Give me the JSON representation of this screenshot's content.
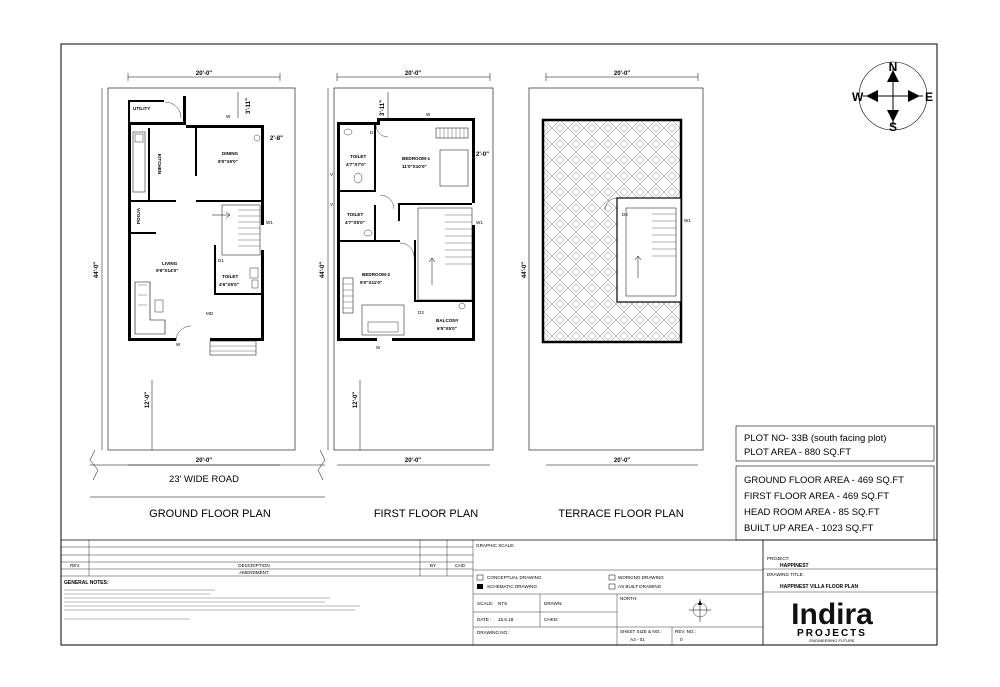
{
  "plans": {
    "ground": "GROUND FLOOR PLAN",
    "first": "FIRST FLOOR PLAN",
    "terrace": "TERRACE FLOOR PLAN"
  },
  "road_label": "23' WIDE ROAD",
  "dims": {
    "width": "20'-0\"",
    "depth": "44'-0\"",
    "setback": "12'-0\"",
    "offset_a": "3'-11\"",
    "offset_b": "2'-8\"",
    "offset_c": "2'-0\""
  },
  "compass": {
    "n": "N",
    "e": "E",
    "s": "S",
    "w": "W"
  },
  "rooms": {
    "utility": "UTILITY",
    "kitchen": "KITCHEN",
    "dining": "DINING",
    "dining_size": "9'0\"X9'0\"",
    "living": "LIVING",
    "living_size": "9'6\"X14'0\"",
    "toilet_g": "TOILET",
    "toilet_g_size": "4'6\"X5'0\"",
    "pooja": "POOJA",
    "toilet1": "TOILET",
    "toilet1_size": "4'7\"X7'0\"",
    "bedroom1": "BEDROOM-1",
    "bedroom1_size": "11'0\"X10'0\"",
    "toilet2": "TOILET",
    "toilet2_size": "4'7\"X5'0\"",
    "bedroom2": "BEDROOM-2",
    "bedroom2_size": "9'0\"X11'0\"",
    "balcony": "BALCONY",
    "balcony_size": "6'5\"X5'0\""
  },
  "marks": {
    "w": "W",
    "w1": "W1",
    "d1": "D1",
    "d2": "D2",
    "md": "MD",
    "v": "V"
  },
  "info": {
    "plot_no": "PLOT NO- 33B (south facing plot)",
    "plot_area": "PLOT AREA - 880 SQ.FT",
    "ground_area": "GROUND FLOOR AREA - 469 SQ.FT",
    "first_area": "FIRST FLOOR AREA - 469 SQ.FT",
    "head_room_area": "HEAD ROOM AREA - 85 SQ.FT",
    "built_up_area": "BUILT UP AREA - 1023 SQ.FT"
  },
  "titleblock": {
    "rev": "REV.",
    "description": "DESCRIPTION",
    "by": "BY",
    "chd": "CHD.",
    "amendment": "AMENDMENT",
    "general_notes": "GENERAL NOTES:",
    "graphic_scale": "GRAPHIC SCALE:",
    "conceptual": "CONCEPTUAL DRAWING",
    "schematic": "SCHEMATIC DRAWING",
    "working": "WORKING DRAWING",
    "as_built": "AS BUILT DRAWING",
    "scale_label": "SCALE:",
    "scale_value": "NTS",
    "drawn": "DRAWN:",
    "north": "NORTH:",
    "date_label": "DATE :",
    "date_value": "15.6.18",
    "chkd": "CHKD:",
    "drawing_no": "DRAWING NO.:",
    "sheet_size": "SHEET SIZE & NO.:",
    "sheet_value": "A3 - 01",
    "rev_no": "REV. NO.:",
    "rev_value": "0",
    "project_label": "PROJECT:",
    "project": "HAPPINEST",
    "drawing_title_label": "DRAWING TITLE:",
    "drawing_title": "HAPPINEST VILLA FLOOR PLAN",
    "logo": "Indira",
    "logo_sub": "PROJECTS",
    "logo_tag": "ENGINEERING FUTURE"
  }
}
